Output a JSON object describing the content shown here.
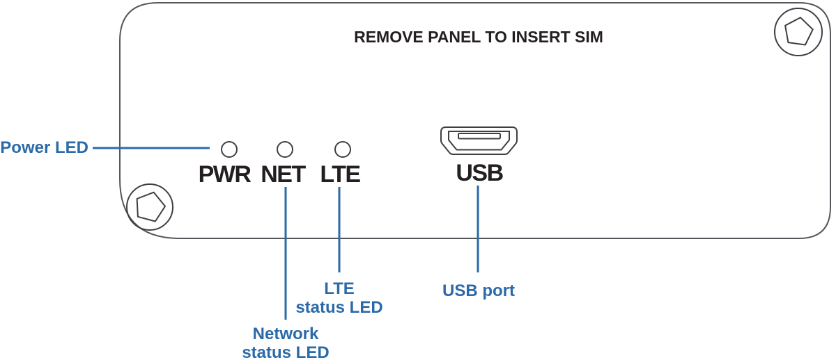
{
  "colors": {
    "accent": "#2B6AA9",
    "outline": "#55575C",
    "detail": "#3E3F42",
    "text": "#231F20"
  },
  "panel": {
    "title": "REMOVE PANEL TO INSERT SIM",
    "led_labels": [
      {
        "label": "PWR"
      },
      {
        "label": "NET"
      },
      {
        "label": "LTE"
      }
    ],
    "usb_label": "USB"
  },
  "callouts": {
    "power_led": "Power LED",
    "lte_line1": "LTE",
    "lte_line2": "status LED",
    "network_line1": "Network",
    "network_line2": "status LED",
    "usb_port": "USB port"
  },
  "icons": {
    "screw": "hex-socket-screw-icon",
    "led": "led-indicator-icon",
    "usb": "micro-usb-port-icon"
  }
}
